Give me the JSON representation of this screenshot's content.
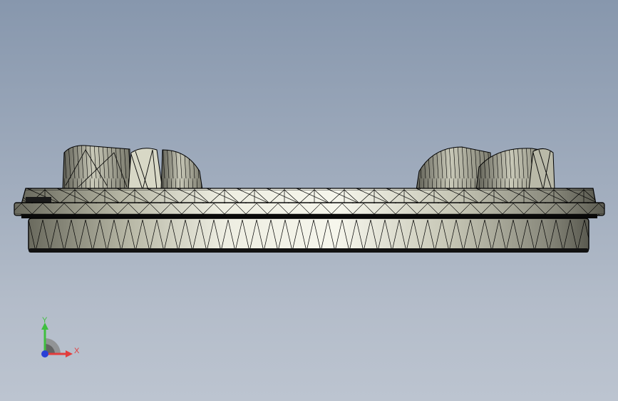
{
  "viewport": {
    "background_top": "#8797ad",
    "background_bottom": "#bcc4d0"
  },
  "model": {
    "name": "flanged-base-with-bosses",
    "render_mode": "shaded-with-mesh-edges",
    "edge_color": "#000000",
    "face_color_light": "#f4f4e8",
    "face_color_dark": "#5c5c52"
  },
  "triad": {
    "x_label": "X",
    "y_label": "Y",
    "x_color": "#e23c3c",
    "y_color": "#3fbf3f",
    "z_color": "#2a3fd6"
  }
}
